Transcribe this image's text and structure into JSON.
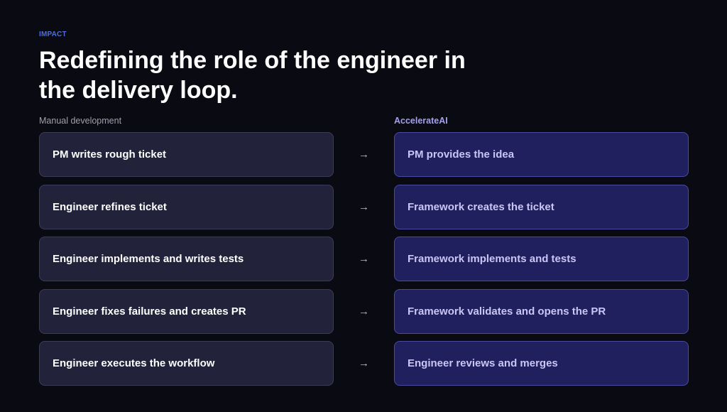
{
  "eyebrow": "IMPACT",
  "title": "Redefining the role of the engineer in the delivery loop.",
  "columns": {
    "left": "Manual development",
    "right": "AccelerateAI"
  },
  "arrow": "→",
  "rows": [
    {
      "left": "PM writes rough ticket",
      "right": "PM provides the idea"
    },
    {
      "left": "Engineer refines ticket",
      "right": "Framework creates the ticket"
    },
    {
      "left": "Engineer implements and writes tests",
      "right": "Framework implements and tests"
    },
    {
      "left": "Engineer fixes failures and creates PR",
      "right": "Framework validates and opens the PR"
    },
    {
      "left": "Engineer executes the workflow",
      "right": "Engineer reviews and merges"
    }
  ]
}
